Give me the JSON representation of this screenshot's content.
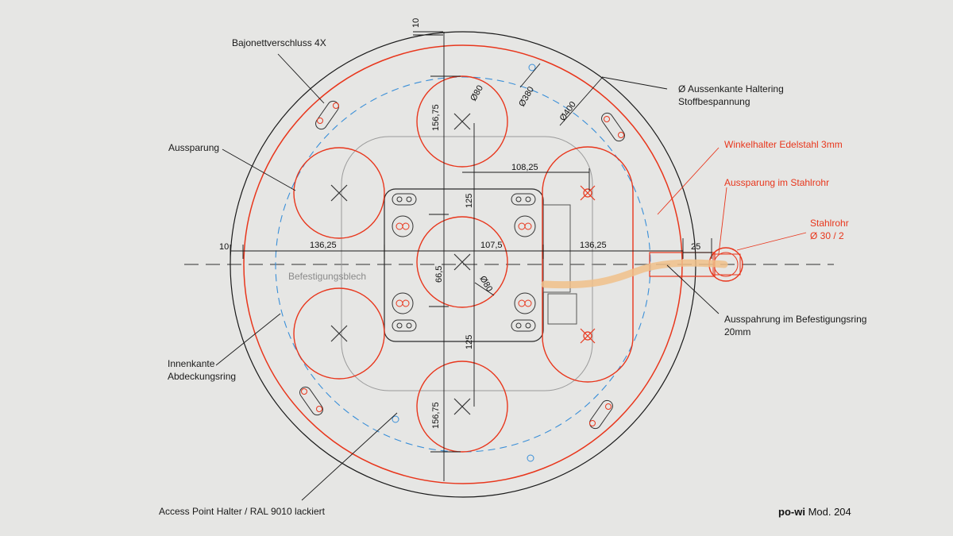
{
  "labels": {
    "bajonett": "Bajonettverschluss 4X",
    "aussenkante": "Ø Aussenkante Haltering",
    "stoffbespannung": "Stoffbespannung",
    "aussparung": "Aussparung",
    "winkelhalter": "Winkelhalter Edelstahl 3mm",
    "aussparung_stahlrohr": "Aussparung im Stahlrohr",
    "stahlrohr": "Stahlrohr",
    "stahlrohr_dim": "Ø 30 / 2",
    "befestigungsblech": "Befestigungsblech",
    "aussparung_ring_1": "Ausspahrung im Befestigungsring",
    "aussparung_ring_2": "20mm",
    "innenkante_1": "Innenkante",
    "innenkante_2": "Abdeckungsring",
    "access_point": "Access Point Halter / RAL 9010 lackiert"
  },
  "dimensions": {
    "d_top_gap": "10",
    "d_top": "156,75",
    "d_bottom": "156,75",
    "d_hole_top": "Ø80",
    "d_hole_center": "Ø80",
    "d_380": "Ø380",
    "d_400": "Ø400",
    "d_108": "108,25",
    "d_125_top": "125",
    "d_125_bottom": "125",
    "d_left_gap": "10",
    "d_left": "136,25",
    "d_right": "136,25",
    "d_1075": "107,5",
    "d_665": "66,5",
    "d_25": "25"
  },
  "brand": {
    "name": "po-wi",
    "model": "Mod. 204"
  },
  "colors": {
    "background": "#e6e6e4",
    "line": "#1a1a1a",
    "accent": "#e8361c",
    "hidden_line": "#3a8fd8",
    "tube": "#f0c08a",
    "grey": "#9a9a9a"
  }
}
